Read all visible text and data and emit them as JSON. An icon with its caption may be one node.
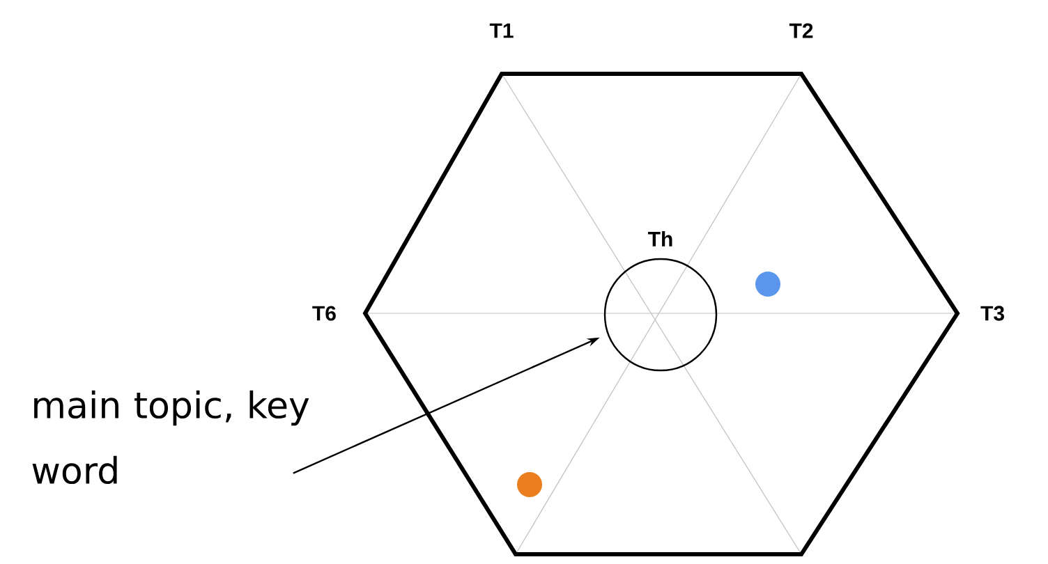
{
  "diagram": {
    "nodes": [
      {
        "text": [
          "Th"
        ]
      },
      {
        "text": [
          "main topic, key word"
        ]
      }
    ],
    "edges": [
      {
        "from": 1,
        "to": 0,
        "arrow": "to"
      }
    ],
    "labels": [
      "T1",
      "T2",
      "T6",
      "T3"
    ]
  }
}
